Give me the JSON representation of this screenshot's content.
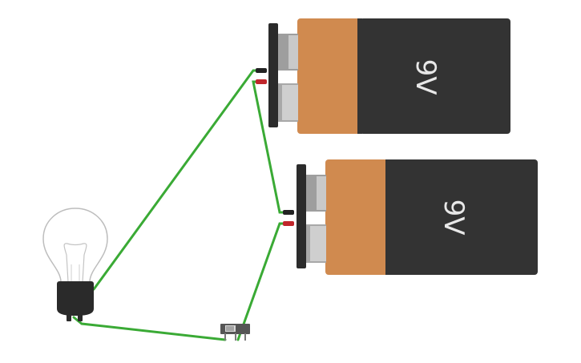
{
  "colors": {
    "background": "#ffffff",
    "wire": "#3aaa35",
    "battery_copper": "#d08a4f",
    "battery_black": "#333333",
    "terminal_red": "#c0262b",
    "terminal_black": "#222222",
    "switch_body": "#555555",
    "bulb_glass_outline": "#bdbdbd",
    "bulb_base": "#2a2a2a"
  },
  "battery_top": {
    "label": "9V",
    "icon": "battery-9v-icon"
  },
  "battery_bottom": {
    "label": "9V",
    "icon": "battery-9v-icon"
  },
  "bulb": {
    "icon": "light-bulb-icon"
  },
  "switch": {
    "icon": "slide-switch-icon"
  },
  "wires": [
    {
      "name": "wire-bulb-to-top-battery-negative"
    },
    {
      "name": "wire-top-positive-to-bottom-negative"
    },
    {
      "name": "wire-bottom-positive-to-switch"
    },
    {
      "name": "wire-switch-to-bulb"
    }
  ]
}
